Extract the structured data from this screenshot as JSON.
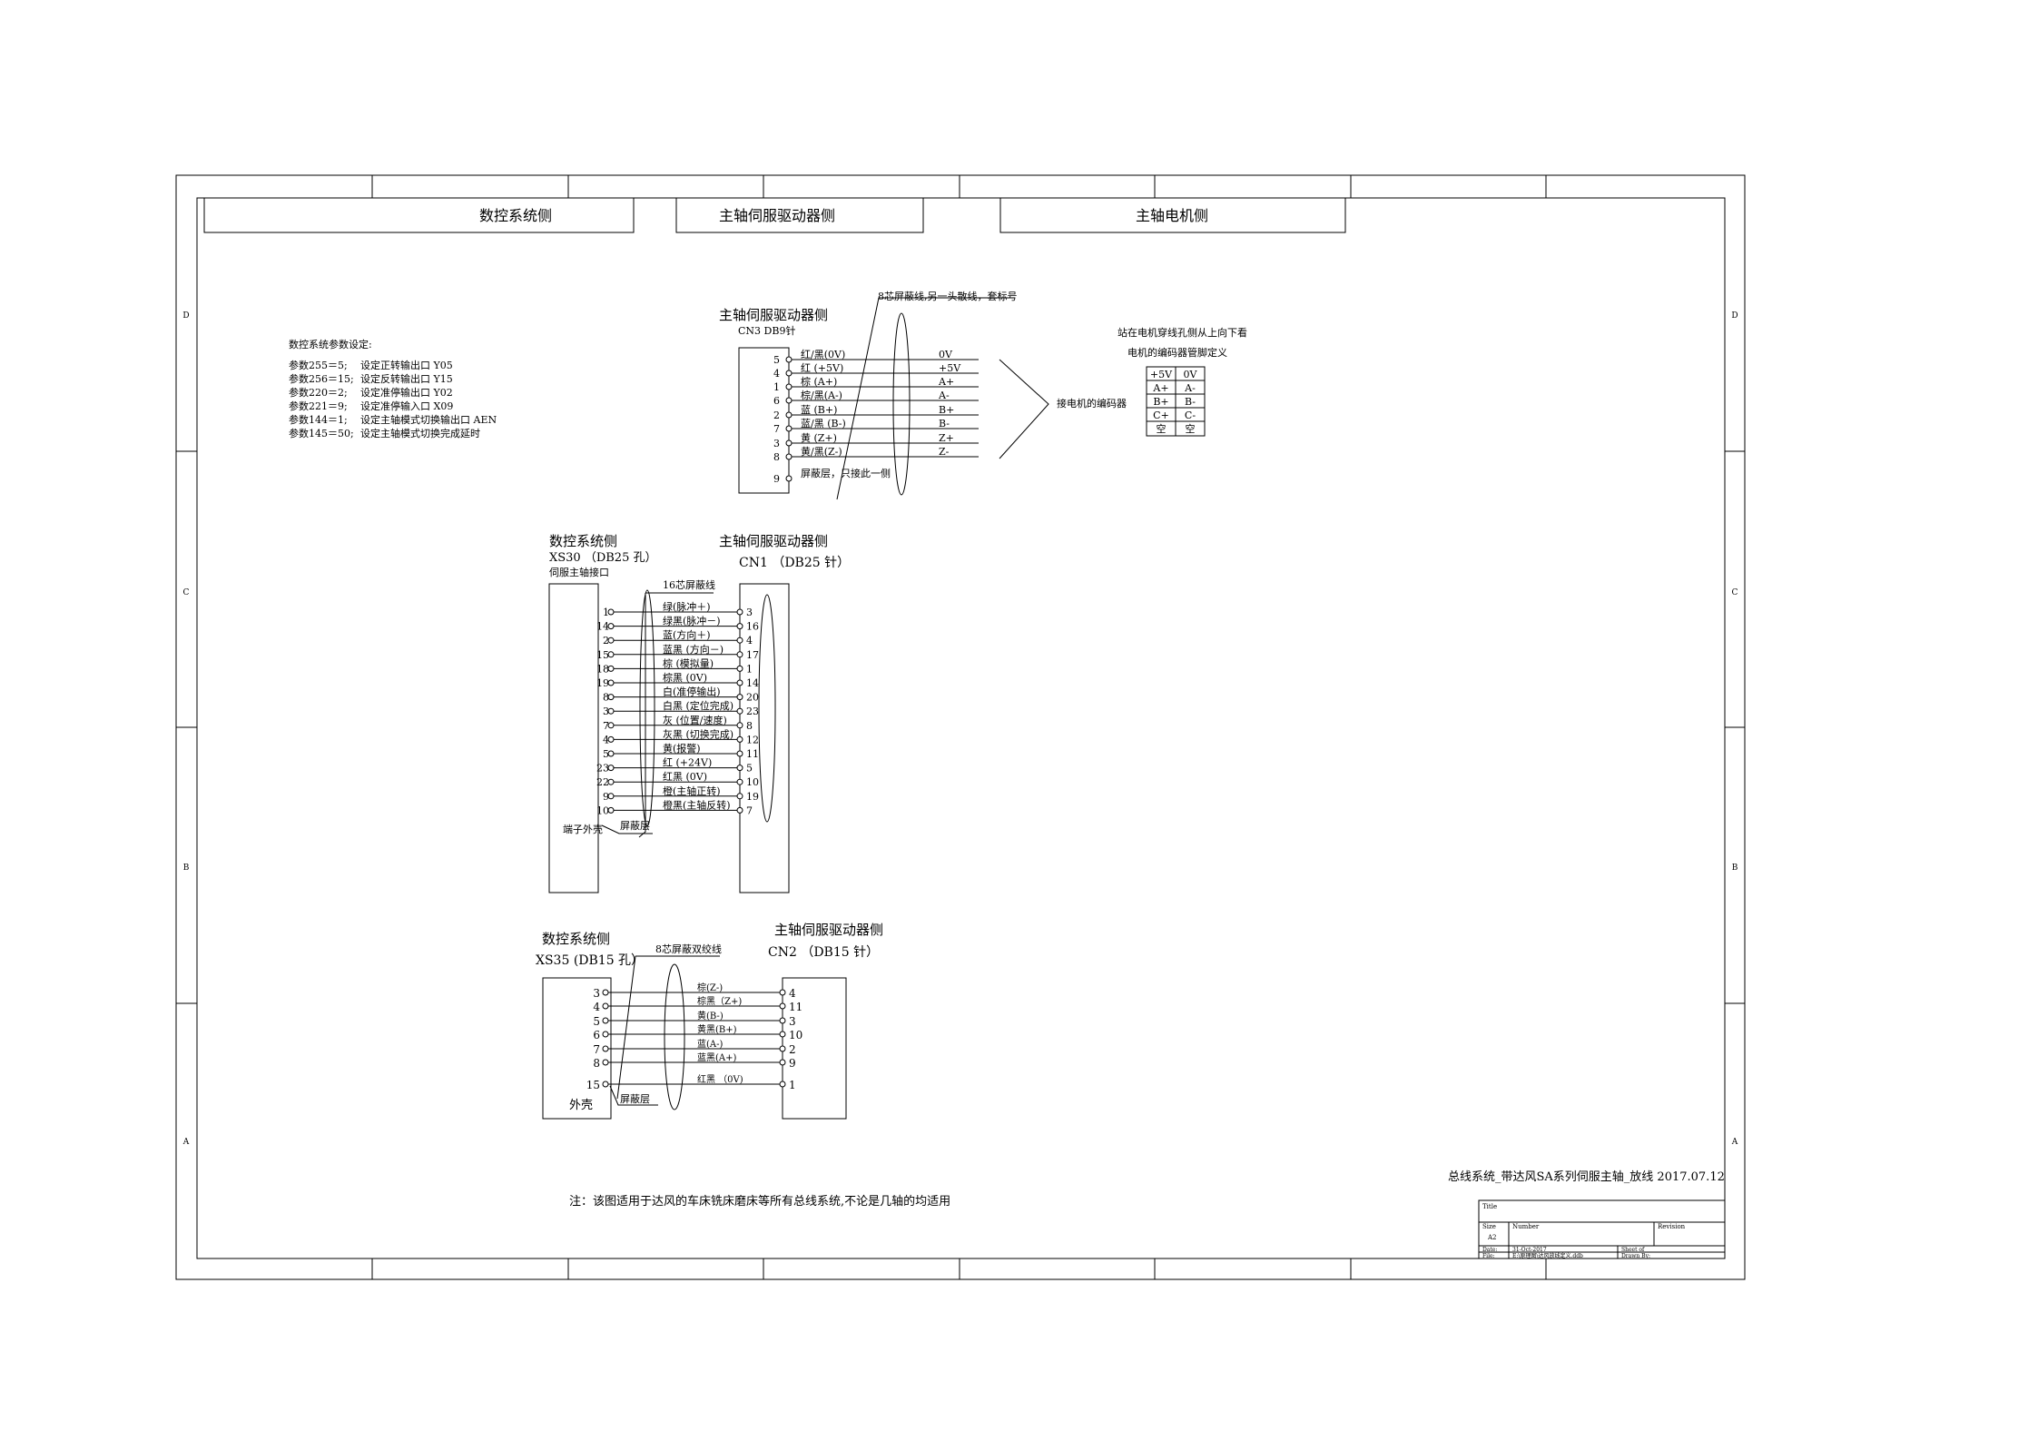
{
  "header": {
    "cnc_side": "数控系统侧",
    "drive_side": "主轴伺服驱动器侧",
    "motor_side": "主轴电机侧"
  },
  "zone_letters": [
    "D",
    "C",
    "B",
    "A"
  ],
  "params": {
    "title": "数控系统参数设定:",
    "rows": [
      {
        "p": "参数255＝5;",
        "d": "设定正转输出口 Y05"
      },
      {
        "p": "参数256＝15;",
        "d": "设定反转输出口 Y15"
      },
      {
        "p": "参数220＝2;",
        "d": "设定准停输出口 Y02"
      },
      {
        "p": "参数221＝9;",
        "d": "设定准停输入口 X09"
      },
      {
        "p": "参数144＝1;",
        "d": "设定主轴模式切换输出口 AEN"
      },
      {
        "p": "参数145＝50;",
        "d": "设定主轴模式切换完成延时"
      }
    ]
  },
  "cn3": {
    "title": "主轴伺服驱动器侧",
    "sub": "CN3 DB9针",
    "cable_note": "8芯屏蔽线,另一头散线，套标号",
    "pins": [
      "5",
      "4",
      "1",
      "6",
      "2",
      "7",
      "3",
      "8",
      "9"
    ],
    "wires": [
      "红/黑(0V)",
      "红 (+5V)",
      "棕 (A+)",
      "棕/黑(A-)",
      "蓝 (B+)",
      "蓝/黑 (B-)",
      "黄 (Z+)",
      "黄/黑(Z-)",
      "屏蔽层，只接此一侧"
    ],
    "signals": [
      "0V",
      "+5V",
      "A+",
      "A-",
      "B+",
      "B-",
      "Z+",
      "Z-"
    ],
    "to_encoder": "接电机的编码器"
  },
  "encoder": {
    "title1": "站在电机穿线孔侧从上向下看",
    "title2": "电机的编码器管脚定义",
    "grid": [
      [
        "+5V",
        "0V"
      ],
      [
        "A+",
        "A-"
      ],
      [
        "B+",
        "B-"
      ],
      [
        "C+",
        "C-"
      ],
      [
        "空",
        "空"
      ]
    ]
  },
  "cn1": {
    "cnc_title": "数控系统侧",
    "cnc_conn": "XS30 （DB25 孔）",
    "cnc_sub": "伺服主轴接口",
    "drv_title": "主轴伺服驱动器侧",
    "drv_conn": "CN1 （DB25 针）",
    "cable": "16芯屏蔽线",
    "left_pins": [
      "1",
      "14",
      "2",
      "15",
      "18",
      "19",
      "8",
      "3",
      "7",
      "4",
      "5",
      "23",
      "22",
      "9",
      "10"
    ],
    "right_pins": [
      "3",
      "16",
      "4",
      "17",
      "1",
      "14",
      "20",
      "23",
      "8",
      "12",
      "11",
      "5",
      "10",
      "19",
      "7"
    ],
    "wires": [
      "绿(脉冲＋)",
      "绿黑(脉冲－)",
      "蓝(方向＋)",
      "蓝黑 (方向－)",
      "棕 (模拟量)",
      "棕黑 (0V)",
      "白(准停输出)",
      "白黑 (定位完成)",
      "灰 (位置/速度)",
      "灰黑 (切换完成)",
      "黄(报警)",
      "红 (+24V)",
      "红黑 (0V)",
      "橙(主轴正转)",
      "橙黑(主轴反转)"
    ],
    "shell": "端子外壳",
    "shield": "屏蔽层"
  },
  "cn2": {
    "cnc_title": "数控系统侧",
    "cnc_conn": "XS35 (DB15 孔）",
    "drv_title": "主轴伺服驱动器侧",
    "drv_conn": "CN2 （DB15 针）",
    "cable": "8芯屏蔽双绞线",
    "left_pins": [
      "3",
      "4",
      "5",
      "6",
      "7",
      "8",
      "15"
    ],
    "right_pins": [
      "4",
      "11",
      "3",
      "10",
      "2",
      "9",
      "1"
    ],
    "wires": [
      "棕(Z-)",
      "棕黑（Z+)",
      "黄(B-)",
      "黄黑(B+)",
      "蓝(A-)",
      "蓝黑(A+)",
      "红黑 （0V)"
    ],
    "shell": "外壳",
    "shield": "屏蔽层"
  },
  "footer": {
    "title": "总线系统_带达风SA系列伺服主轴_放线 2017.07.12",
    "note": "注：该图适用于达风的车床铣床磨床等所有总线系统,不论是几轴的均适用"
  },
  "title_block": {
    "title": "Title",
    "size_label": "Size",
    "size": "A2",
    "number": "Number",
    "revision": "Revision",
    "date_label": "Date:",
    "date": "31-Oct-2017",
    "sheet": "Sheet   of",
    "file_label": "File:",
    "file": "E:\\原理图\\达风放线定义.ddb",
    "drawn": "Drawn By:"
  }
}
